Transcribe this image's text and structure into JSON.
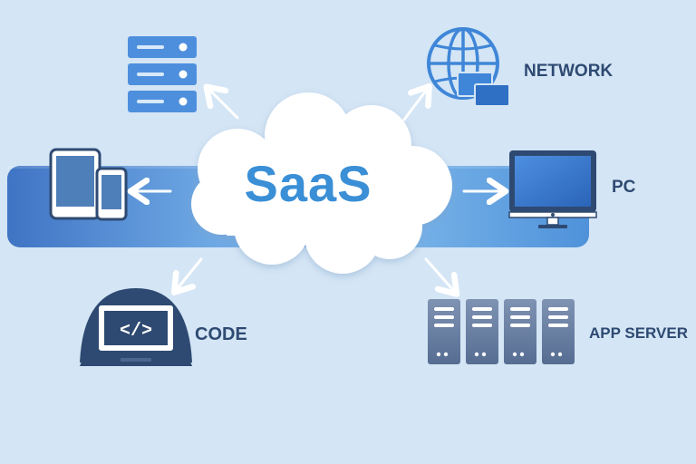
{
  "center": {
    "title": "SaaS"
  },
  "nodes": {
    "network": "NETWORK",
    "pc": "PC",
    "code": "CODE",
    "app_server": "APP SERVER"
  },
  "icons": {
    "top_left": "server-rack-icon",
    "top_right": "globe-network-icon",
    "left": "tablet-phone-icon",
    "right": "desktop-monitor-icon",
    "bottom_left": "laptop-code-icon",
    "bottom_right": "server-cluster-icon"
  },
  "colors": {
    "background": "#d4e5f5",
    "accent": "#3a8fd6",
    "dark": "#2e4a72",
    "band": "#4a84cf"
  }
}
